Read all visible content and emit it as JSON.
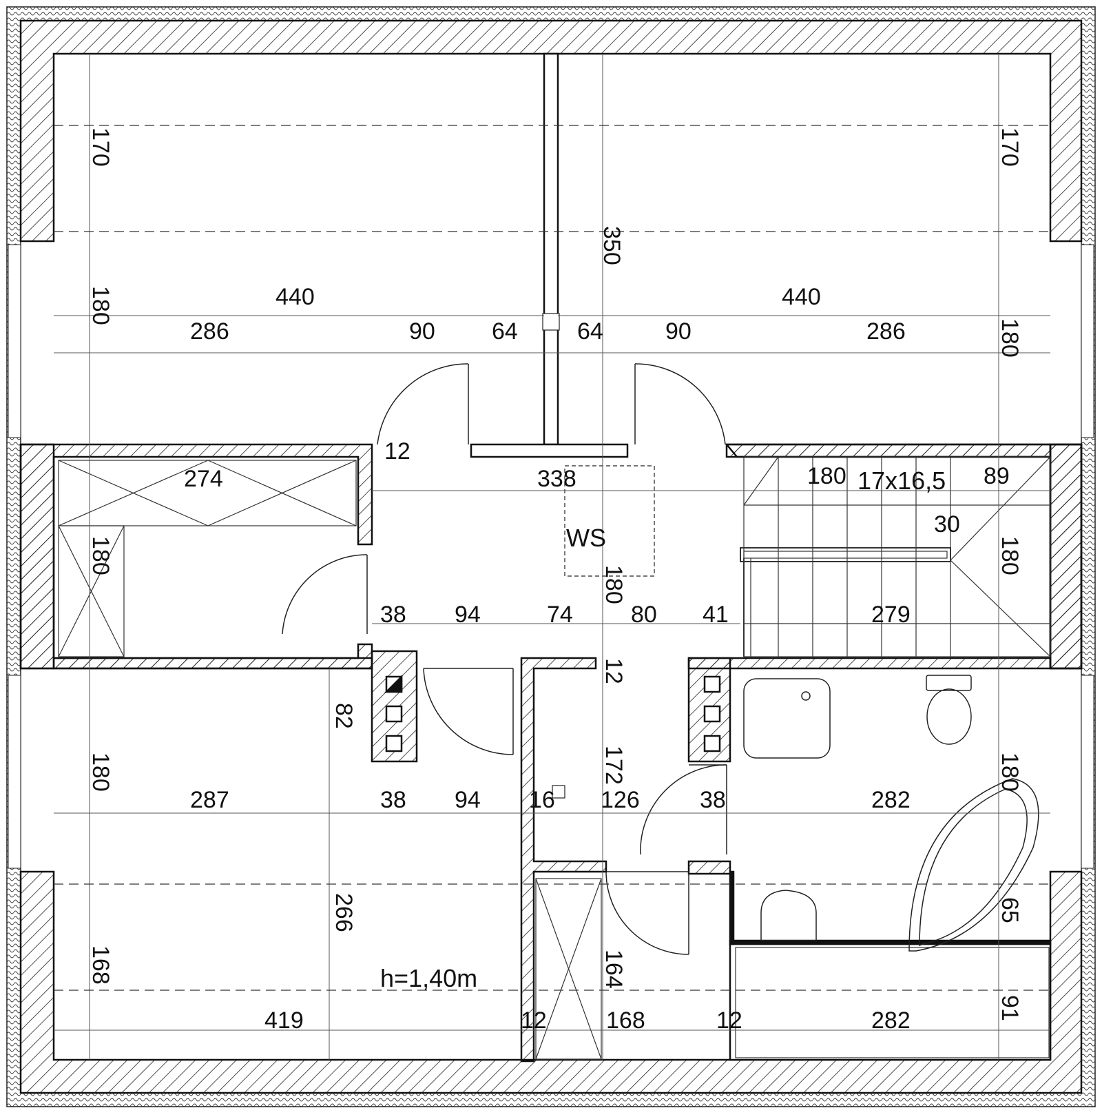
{
  "plan": {
    "dimensions": [
      {
        "id": "d-top-left-440",
        "text": "440"
      },
      {
        "id": "d-top-right-440",
        "text": "440"
      },
      {
        "id": "d-left-286",
        "text": "286"
      },
      {
        "id": "d-left-90",
        "text": "90"
      },
      {
        "id": "d-left-64",
        "text": "64"
      },
      {
        "id": "d-right-64",
        "text": "64"
      },
      {
        "id": "d-right-90",
        "text": "90"
      },
      {
        "id": "d-right-286",
        "text": "286"
      },
      {
        "id": "d-v-170-left",
        "text": "170"
      },
      {
        "id": "d-v-170-right",
        "text": "170"
      },
      {
        "id": "d-v-180-left-top",
        "text": "180"
      },
      {
        "id": "d-v-180-right-top",
        "text": "180"
      },
      {
        "id": "d-v-350",
        "text": "350"
      },
      {
        "id": "d-12-door",
        "text": "12"
      },
      {
        "id": "d-274",
        "text": "274"
      },
      {
        "id": "d-338",
        "text": "338"
      },
      {
        "id": "d-stair-180",
        "text": "180"
      },
      {
        "id": "d-89",
        "text": "89"
      },
      {
        "id": "d-30",
        "text": "30"
      },
      {
        "id": "d-v-180-wardrobe",
        "text": "180"
      },
      {
        "id": "d-v-180-ws",
        "text": "180"
      },
      {
        "id": "d-v-180-stair-right",
        "text": "180"
      },
      {
        "id": "d-mid-38",
        "text": "38"
      },
      {
        "id": "d-mid-94",
        "text": "94"
      },
      {
        "id": "d-mid-74",
        "text": "74"
      },
      {
        "id": "d-mid-80",
        "text": "80"
      },
      {
        "id": "d-mid-41",
        "text": "41"
      },
      {
        "id": "d-279",
        "text": "279"
      },
      {
        "id": "d-v-12-hall",
        "text": "12"
      },
      {
        "id": "d-v-82",
        "text": "82"
      },
      {
        "id": "d-v-180-bottom-left",
        "text": "180"
      },
      {
        "id": "d-287",
        "text": "287"
      },
      {
        "id": "d-low-38",
        "text": "38"
      },
      {
        "id": "d-low-94",
        "text": "94"
      },
      {
        "id": "d-low-16",
        "text": "16"
      },
      {
        "id": "d-v-172",
        "text": "172"
      },
      {
        "id": "d-126",
        "text": "126"
      },
      {
        "id": "d-bath-38",
        "text": "38"
      },
      {
        "id": "d-282-bath",
        "text": "282"
      },
      {
        "id": "d-v-180-bath",
        "text": "180"
      },
      {
        "id": "d-v-266",
        "text": "266"
      },
      {
        "id": "d-v-65",
        "text": "65"
      },
      {
        "id": "d-v-168-left",
        "text": "168"
      },
      {
        "id": "d-v-164",
        "text": "164"
      },
      {
        "id": "d-419",
        "text": "419"
      },
      {
        "id": "d-bottom-12-left",
        "text": "12"
      },
      {
        "id": "d-168",
        "text": "168"
      },
      {
        "id": "d-bottom-12-right",
        "text": "12"
      },
      {
        "id": "d-282-bottom",
        "text": "282"
      },
      {
        "id": "d-v-91",
        "text": "91"
      }
    ],
    "labels": {
      "stairs": "17x16,5",
      "ws": "WS",
      "height": "h=1,40m"
    }
  }
}
